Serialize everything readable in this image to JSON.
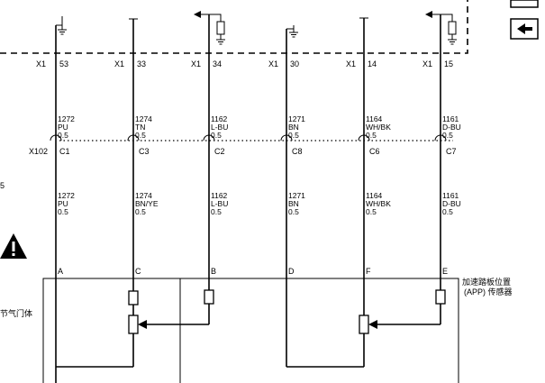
{
  "connector_x1": "X1",
  "connector_x102": "X102",
  "wires": [
    {
      "x1_pin": "53",
      "circuit_top": "1272",
      "color_top": "PU",
      "gauge_top": "0.5",
      "x102_pin": "C1",
      "circuit_bot": "1272",
      "color_bot": "PU",
      "gauge_bot": "0.5",
      "terminal": "A",
      "top_device": "ground"
    },
    {
      "x1_pin": "33",
      "circuit_top": "1274",
      "color_top": "TN",
      "gauge_top": "0.5",
      "x102_pin": "C3",
      "circuit_bot": "1274",
      "color_bot": "BN/YE",
      "gauge_bot": "0.5",
      "terminal": "C",
      "top_device": "open"
    },
    {
      "x1_pin": "34",
      "circuit_top": "1162",
      "color_top": "L-BU",
      "gauge_top": "0.5",
      "x102_pin": "C2",
      "circuit_bot": "1162",
      "color_bot": "L-BU",
      "gauge_bot": "0.5",
      "terminal": "B",
      "top_device": "pullup"
    },
    {
      "x1_pin": "30",
      "circuit_top": "1271",
      "color_top": "BN",
      "gauge_top": "0.5",
      "x102_pin": "C8",
      "circuit_bot": "1271",
      "color_bot": "BN",
      "gauge_bot": "0.5",
      "terminal": "D",
      "top_device": "ground"
    },
    {
      "x1_pin": "14",
      "circuit_top": "1164",
      "color_top": "WH/BK",
      "gauge_top": "0.5",
      "x102_pin": "C6",
      "circuit_bot": "1164",
      "color_bot": "WH/BK",
      "gauge_bot": "0.5",
      "terminal": "F",
      "top_device": "open"
    },
    {
      "x1_pin": "15",
      "circuit_top": "1161",
      "color_top": "D-BU",
      "gauge_top": "0.5",
      "x102_pin": "C7",
      "circuit_bot": "1161",
      "color_bot": "D-BU",
      "gauge_bot": "0.5",
      "terminal": "E",
      "top_device": "pullup"
    }
  ],
  "sensor_label_line1": "加速踏板位置",
  "sensor_label_line2": "(APP) 传感器",
  "throttle_label": "节气门体",
  "left_edge_digit": "5",
  "warning_icon": "warning-triangle-icon",
  "nav_icon": "arrow-left-icon"
}
